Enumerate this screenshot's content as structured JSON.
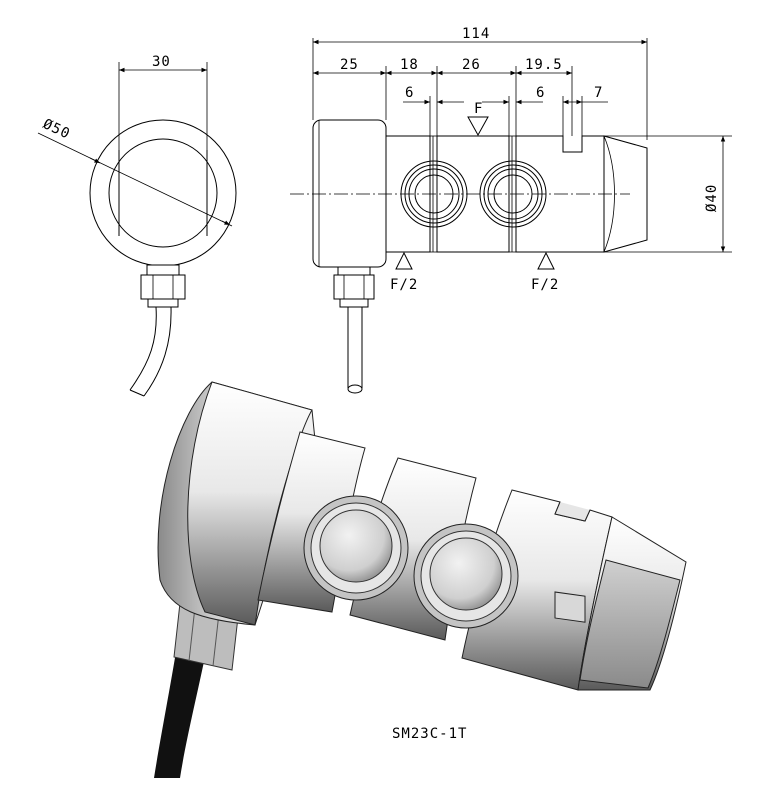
{
  "dimensions": {
    "side_width": "30",
    "diameter_outer": "Ø50",
    "total_length": "114",
    "seg_1": "25",
    "seg_2": "18",
    "seg_3": "26",
    "seg_4": "19.5",
    "groove_1": "6",
    "groove_2": "6",
    "slot": "7",
    "diameter_body": "Ø40"
  },
  "forces": {
    "top": "F",
    "left_support": "F/2",
    "right_support": "F/2"
  },
  "model_label": "SM23C-1T",
  "colors": {
    "line": "#000000",
    "background": "#ffffff"
  }
}
